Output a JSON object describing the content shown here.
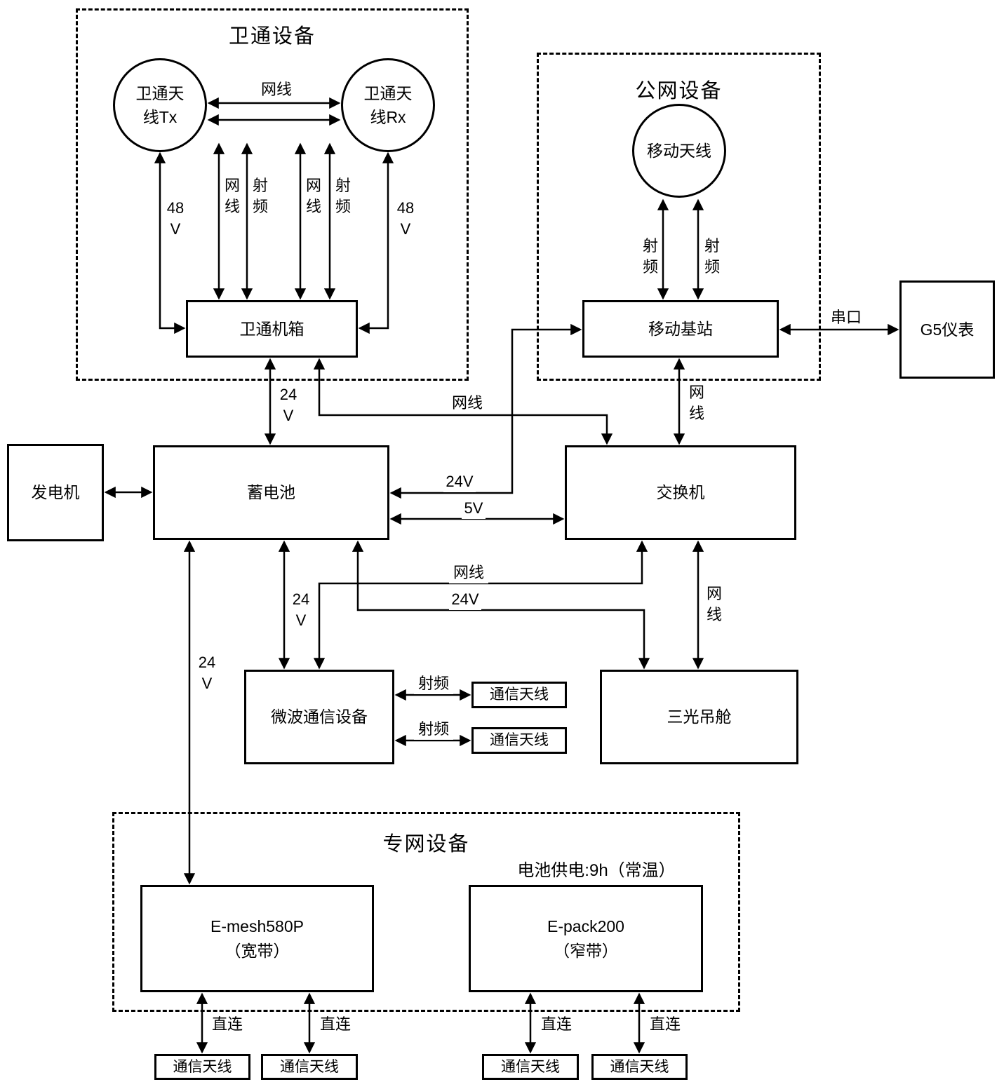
{
  "groups": {
    "satcom": {
      "title": "卫通设备"
    },
    "pubnet": {
      "title": "公网设备"
    },
    "privnet": {
      "title": "专网设备"
    }
  },
  "nodes": {
    "sat_antenna_tx": "卫通天\n线Tx",
    "sat_antenna_rx": "卫通天\n线Rx",
    "sat_chassis": "卫通机箱",
    "mobile_antenna": "移动天线",
    "mobile_base_station": "移动基站",
    "g5_meter": "G5仪表",
    "generator": "发电机",
    "battery": "蓄电池",
    "switch": "交换机",
    "microwave_device": "微波通信设备",
    "tri_optical_pod": "三光吊舱",
    "emesh": "E-mesh580P\n（宽带）",
    "epack": "E-pack200\n（窄带）",
    "comm_antenna": "通信天线"
  },
  "edge_labels": {
    "ethernet_h": "网线",
    "ethernet_v": "网\n线",
    "rf_v": "射\n频",
    "rf_h": "射频",
    "v48_v": "48\nV",
    "v24_v": "24\nV",
    "v24_h": "24V",
    "v5_h": "5V",
    "serial": "串口",
    "direct": "直连",
    "battery_note": "电池供电:9h（常温）"
  }
}
